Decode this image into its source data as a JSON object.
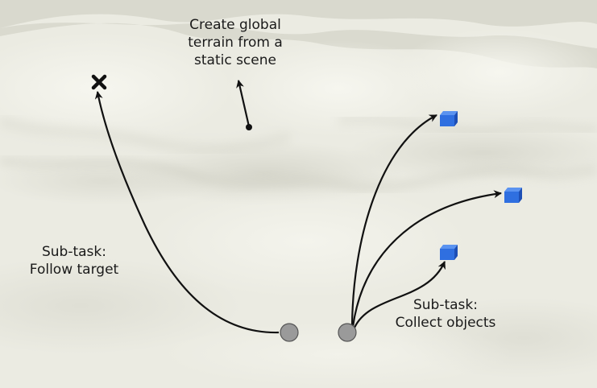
{
  "annotations": {
    "terrain": {
      "lines": [
        "Create global",
        "terrain from a",
        "static scene"
      ]
    },
    "follow": {
      "lines": [
        "Sub-task:",
        "Follow target"
      ]
    },
    "collect": {
      "lines": [
        "Sub-task:",
        "Collect objects"
      ]
    }
  },
  "colors": {
    "terrain_light": "#f2f2ea",
    "terrain_shadow": "#c9c9bd",
    "path": "#111111",
    "agent": "#9a9a9a",
    "cube_front": "#2f6fe0",
    "cube_top": "#5b93f0",
    "cube_side": "#1d4fb5"
  },
  "icons": {
    "target": "x-mark-icon",
    "agent": "circle-agent-icon",
    "object": "blue-cube-icon"
  }
}
